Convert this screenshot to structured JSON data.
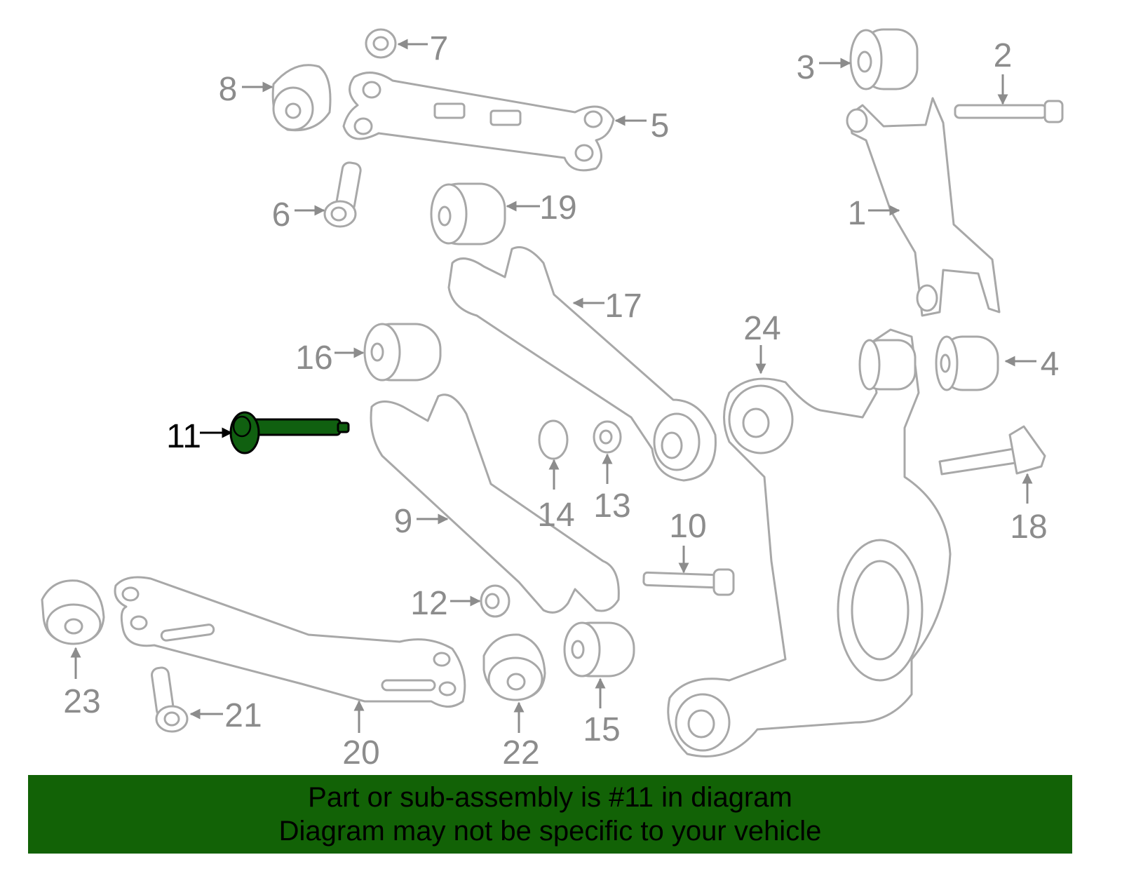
{
  "highlighted_part": "11",
  "colors": {
    "highlight": "#106010",
    "banner": "#126206",
    "part_outline": "#a8a8a8",
    "label": "#8c8c8c"
  },
  "callouts": {
    "c1": "1",
    "c2": "2",
    "c3": "3",
    "c4": "4",
    "c5": "5",
    "c6": "6",
    "c7": "7",
    "c8": "8",
    "c9": "9",
    "c10": "10",
    "c11": "11",
    "c12": "12",
    "c13": "13",
    "c14": "14",
    "c15": "15",
    "c16": "16",
    "c17": "17",
    "c18": "18",
    "c19": "19",
    "c20": "20",
    "c21": "21",
    "c22": "22",
    "c23": "23",
    "c24": "24"
  },
  "banner": {
    "line1": "Part or sub-assembly is #11 in diagram",
    "line2": "Diagram may not be specific to your vehicle"
  }
}
